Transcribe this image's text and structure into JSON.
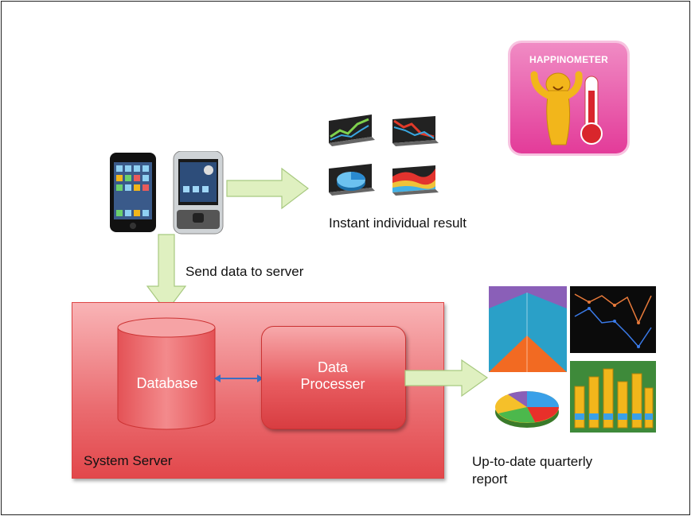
{
  "labels": {
    "instant_result": "Instant individual result",
    "send_data": "Send data to server",
    "system_server": "System Server",
    "database": "Database",
    "data_processer_line1": "Data",
    "data_processer_line2": "Processer",
    "quarterly_report_line1": "Up-to-date quarterly",
    "quarterly_report_line2": "report"
  },
  "logo": {
    "title": "HAPPINOMETER"
  },
  "colors": {
    "server": "#e85c60",
    "arrow": "#d9efb0",
    "logo": "#e33b99",
    "connector": "#3b6fc2"
  }
}
